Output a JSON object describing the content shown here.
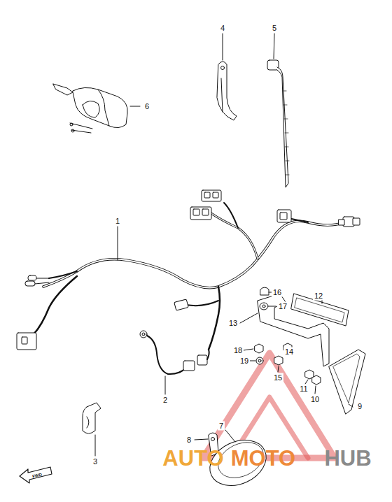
{
  "diagram": {
    "labels": [
      "4",
      "5",
      "6",
      "1",
      "16",
      "12",
      "17",
      "13",
      "18",
      "14",
      "19",
      "15",
      "11",
      "10",
      "9",
      "2",
      "3",
      "8",
      "7",
      "FWD",
      "AUTO",
      "MOTO",
      "HUB"
    ]
  }
}
